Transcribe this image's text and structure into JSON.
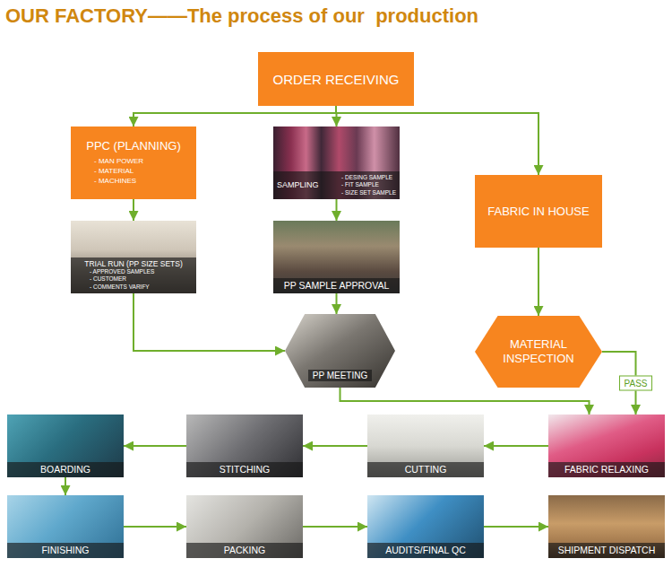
{
  "diagram": {
    "title": "OUR FACTORY——The process of our  production",
    "nodes": [
      {
        "text": [
          "ORDER RECEIVING"
        ]
      },
      {
        "text": [
          "PPC (PLANNING)",
          "- MAN POWER",
          "- MATERIAL",
          "- MACHINES"
        ]
      },
      {
        "text": [
          "SAMPLING",
          "- DESING SAMPLE",
          "- FIT SAMPLE",
          "- SIZE SET SAMPLE"
        ]
      },
      {
        "text": [
          "FABRIC IN HOUSE"
        ]
      },
      {
        "text": [
          "TRIAL RUN (PP SIZE SETS)",
          "- APPROVED SAMPLES",
          "- CUSTOMER",
          "- COMMENTS VARIFY"
        ]
      },
      {
        "text": [
          "PP SAMPLE APPROVAL"
        ]
      },
      {
        "text": [
          "PP MEETING"
        ]
      },
      {
        "text": [
          "MATERIAL INSPECTION"
        ]
      },
      {
        "text": [
          "BOARDING"
        ]
      },
      {
        "text": [
          "STITCHING"
        ]
      },
      {
        "text": [
          "CUTTING"
        ]
      },
      {
        "text": [
          "FABRIC RELAXING"
        ]
      },
      {
        "text": [
          "FINISHING"
        ]
      },
      {
        "text": [
          "PACKING"
        ]
      },
      {
        "text": [
          "AUDITS/FINAL QC"
        ]
      },
      {
        "text": [
          "SHIPMENT DISPATCH"
        ]
      }
    ],
    "edges": [
      {
        "from": 0,
        "to": 1,
        "arrow": "to"
      },
      {
        "from": 0,
        "to": 2,
        "arrow": "to"
      },
      {
        "from": 0,
        "to": 3,
        "arrow": "to"
      },
      {
        "from": 1,
        "to": 4,
        "arrow": "to"
      },
      {
        "from": 2,
        "to": 5,
        "arrow": "to"
      },
      {
        "from": 3,
        "to": 7,
        "arrow": "to"
      },
      {
        "from": 4,
        "to": 6,
        "arrow": "to"
      },
      {
        "from": 5,
        "to": 6,
        "arrow": "to"
      },
      {
        "from": 6,
        "to": 11,
        "arrow": "to"
      },
      {
        "from": 7,
        "to": 11,
        "label": "PASS",
        "arrow": "to"
      },
      {
        "from": 11,
        "to": 10,
        "arrow": "to"
      },
      {
        "from": 10,
        "to": 9,
        "arrow": "to"
      },
      {
        "from": 9,
        "to": 8,
        "arrow": "to"
      },
      {
        "from": 8,
        "to": 12,
        "arrow": "to"
      },
      {
        "from": 12,
        "to": 13,
        "arrow": "to"
      },
      {
        "from": 13,
        "to": 14,
        "arrow": "to"
      },
      {
        "from": 14,
        "to": 15,
        "arrow": "to"
      }
    ]
  }
}
